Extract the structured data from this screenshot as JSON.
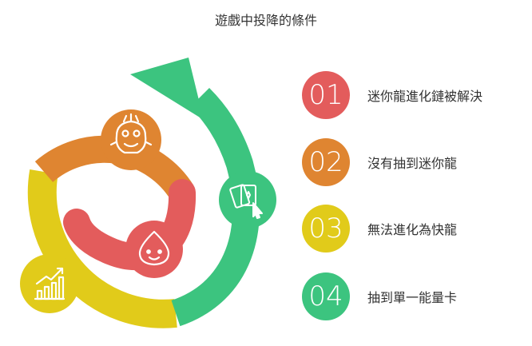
{
  "title": "遊戲中投降的條件",
  "colors": {
    "red": "#e35c5c",
    "orange": "#df8531",
    "yellow": "#e1cb1a",
    "green": "#3cc47f",
    "text": "#333333"
  },
  "diagram": {
    "icons": [
      {
        "name": "lion-dance-icon",
        "color": "orange"
      },
      {
        "name": "playing-cards-icon",
        "color": "green"
      },
      {
        "name": "slime-face-icon",
        "color": "red"
      },
      {
        "name": "growth-chart-icon",
        "color": "yellow"
      }
    ]
  },
  "items": [
    {
      "number": "01",
      "label": "迷你龍進化鏈被解決",
      "color": "red"
    },
    {
      "number": "02",
      "label": "沒有抽到迷你龍",
      "color": "orange"
    },
    {
      "number": "03",
      "label": "無法進化為快龍",
      "color": "yellow"
    },
    {
      "number": "04",
      "label": "抽到單一能量卡",
      "color": "green"
    }
  ]
}
